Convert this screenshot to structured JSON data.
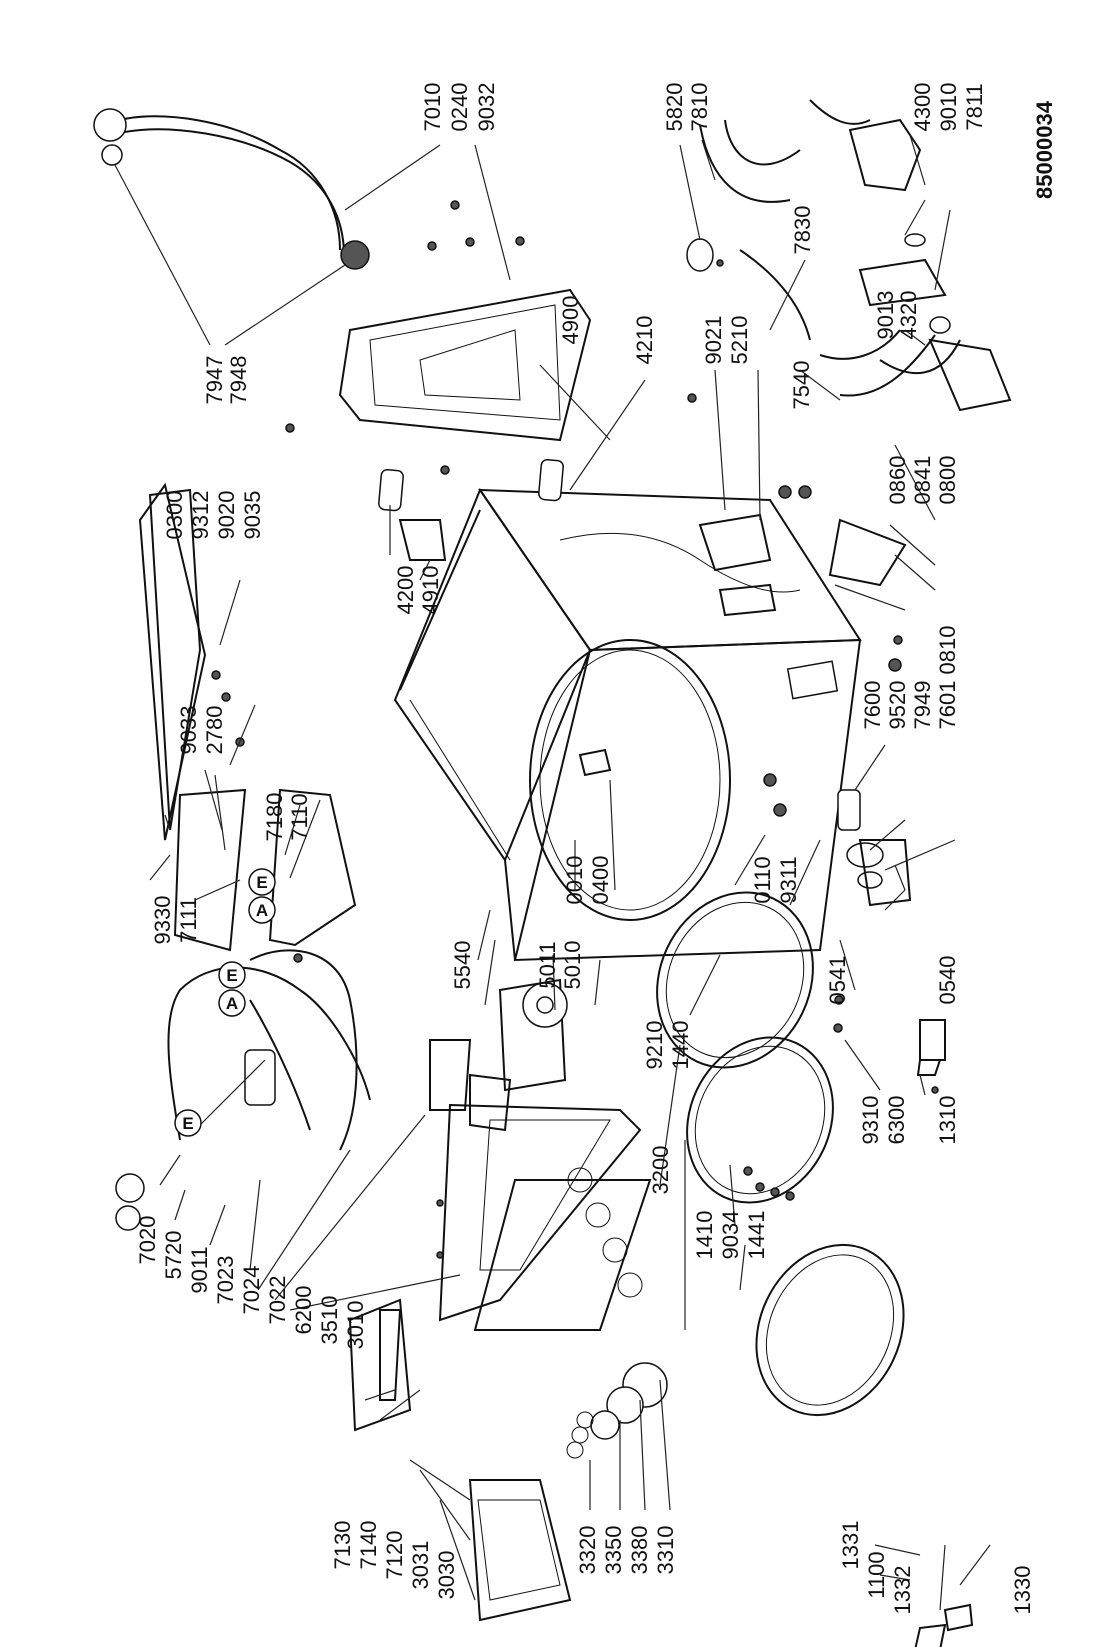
{
  "doc_code": "85000034",
  "markers": {
    "a": "A",
    "e": "E"
  },
  "labels": {
    "p7947": "7947",
    "p7948": "7948",
    "p7010": "7010",
    "p0240": "0240",
    "p9032": "9032",
    "p5820": "5820",
    "p7810": "7810",
    "p4300": "4300",
    "p9010": "9010",
    "p7811": "7811",
    "p7830": "7830",
    "p9013": "9013",
    "p4320": "4320",
    "p7540": "7540",
    "p4900": "4900",
    "p4210": "4210",
    "p9021": "9021",
    "p5210": "5210",
    "p0300": "0300",
    "p9312": "9312",
    "p9020": "9020",
    "p9035": "9035",
    "p4200": "4200",
    "p4910": "4910",
    "p0860": "0860",
    "p0841": "0841",
    "p0800": "0800",
    "p0810": "0810",
    "p7600": "7600",
    "p9520": "9520",
    "p7949": "7949",
    "p7601": "7601",
    "p9033": "9033",
    "p2780": "2780",
    "p7180": "7180",
    "p7110": "7110",
    "p9330": "9330",
    "p7111": "7111",
    "p0010": "0010",
    "p0400": "0400",
    "p0110": "0110",
    "p9311": "9311",
    "p0541": "0541",
    "p0540": "0540",
    "p5540": "5540",
    "p5011": "5011",
    "p5010": "5010",
    "p9210": "9210",
    "p1440": "1440",
    "p9310": "9310",
    "p6300": "6300",
    "p1310": "1310",
    "p7020": "7020",
    "p5720": "5720",
    "p9011": "9011",
    "p7023": "7023",
    "p7024": "7024",
    "p7022": "7022",
    "p6200": "6200",
    "p3510": "3510",
    "p3010": "3010",
    "p3200": "3200",
    "p1410": "1410",
    "p9034": "9034",
    "p1441": "1441",
    "p7130": "7130",
    "p7140": "7140",
    "p7120": "7120",
    "p3031": "3031",
    "p3030": "3030",
    "p3320": "3320",
    "p3350": "3350",
    "p3380": "3380",
    "p3310": "3310",
    "p1331": "1331",
    "p1100": "1100",
    "p1332": "1332",
    "p1330": "1330"
  }
}
